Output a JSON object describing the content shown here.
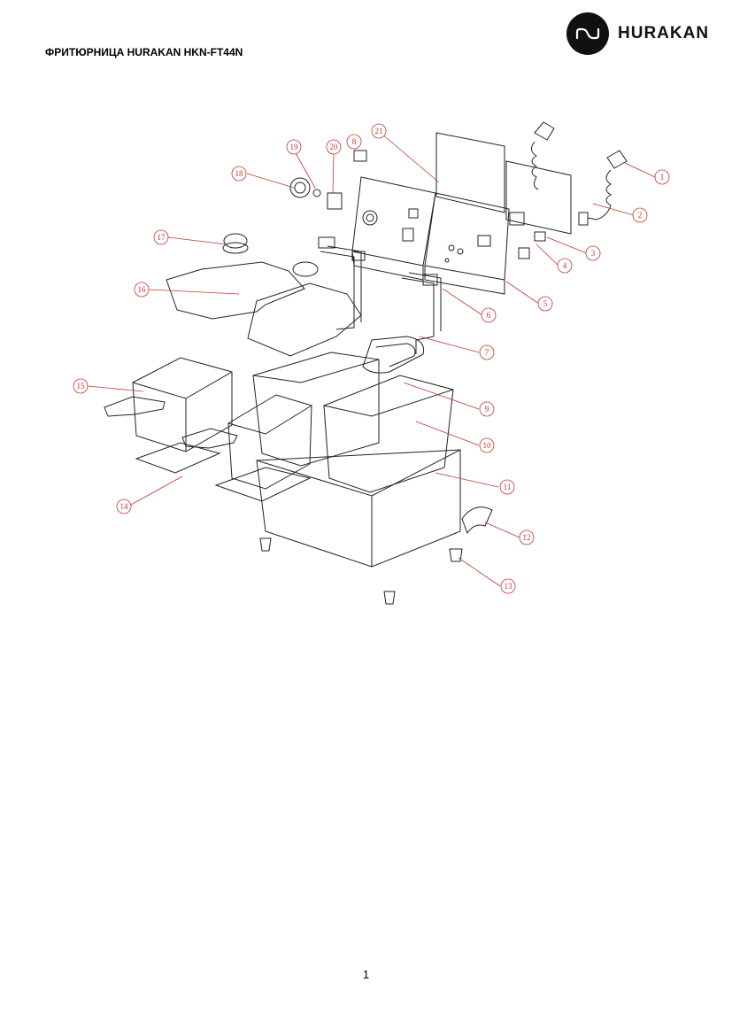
{
  "header": {
    "title": "ФРИТЮРНИЦА HURAKAN HKN-FT44N",
    "brand": "HURAKAN",
    "logo_icon": "hurakan-logo-icon"
  },
  "diagram": {
    "callouts": [
      "1",
      "2",
      "3",
      "4",
      "5",
      "6",
      "7",
      "8",
      "9",
      "10",
      "11",
      "12",
      "13",
      "14",
      "15",
      "16",
      "17",
      "18",
      "19",
      "20",
      "21"
    ],
    "callout_color": "#c0392b",
    "line_color": "#222222"
  },
  "footer": {
    "page_number": "1"
  }
}
